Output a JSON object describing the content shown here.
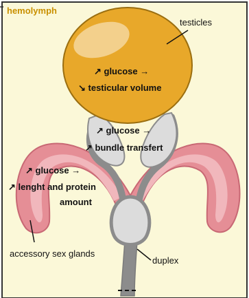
{
  "title": "hemolymph",
  "organs": {
    "testicles": "testicles",
    "accessory_glands": "accessory sex glands",
    "duplex": "duplex"
  },
  "effects": {
    "testicles": {
      "line1": "↗ glucose →",
      "line2": "↘ testicular volume"
    },
    "ducts": {
      "line1": "↗ glucose →",
      "line2": "↗ bundle transfert"
    },
    "glands": {
      "line1": "↗ glucose →",
      "line2": "↗ lenght and protein",
      "line3": "amount"
    }
  },
  "colors": {
    "background": "#fbf8d8",
    "border": "#333333",
    "title": "#c99000",
    "testis_fill": "#e8a82a",
    "gland_fill": "#e58e96",
    "duct_fill": "#8c8c8c"
  }
}
